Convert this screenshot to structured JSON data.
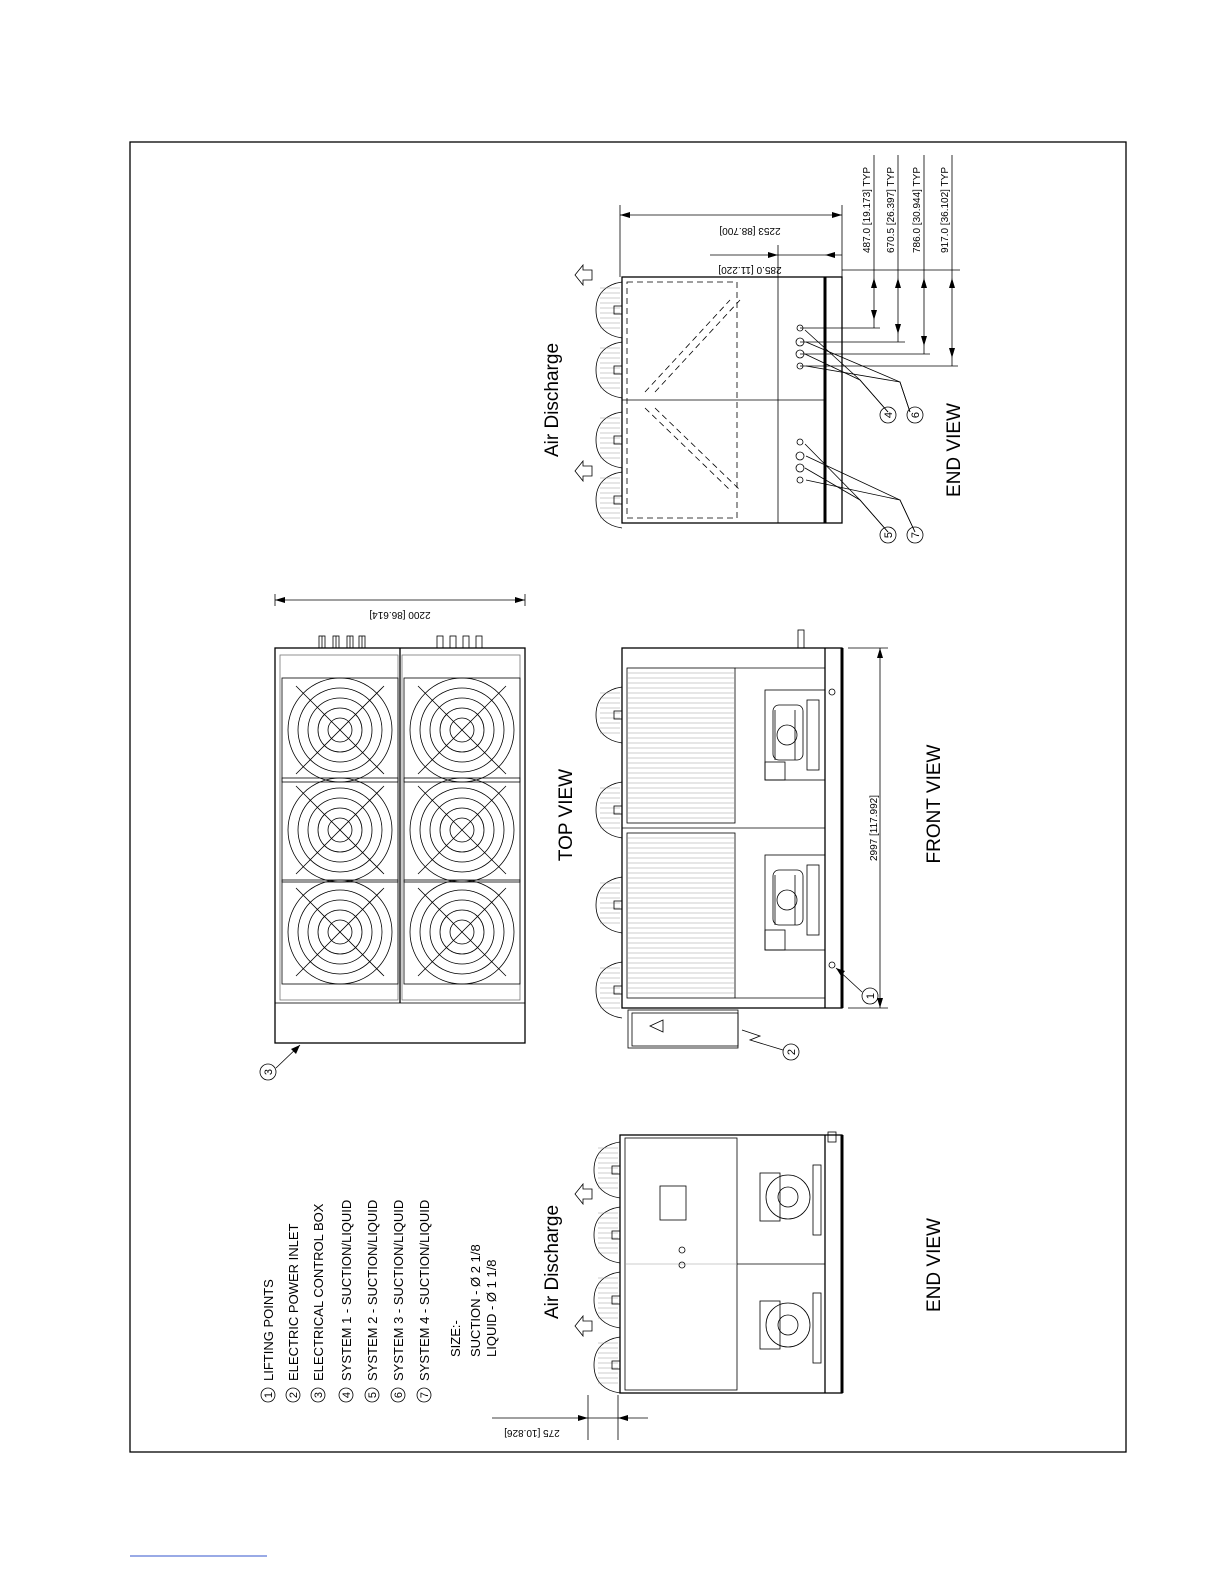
{
  "legend": {
    "items": [
      {
        "num": "1",
        "label": "LIFTING POINTS"
      },
      {
        "num": "2",
        "label": "ELECTRIC POWER INLET"
      },
      {
        "num": "3",
        "label": "ELECTRICAL CONTROL BOX"
      },
      {
        "num": "4",
        "label": "SYSTEM 1  - SUCTION/LIQUID"
      },
      {
        "num": "5",
        "label": "SYSTEM 2  - SUCTION/LIQUID"
      },
      {
        "num": "6",
        "label": "SYSTEM 3  - SUCTION/LIQUID"
      },
      {
        "num": "7",
        "label": "SYSTEM 4  - SUCTION/LIQUID"
      }
    ],
    "size_title": "SIZE:-",
    "size_suction": "SUCTION  -  Ø 2 1/8",
    "size_liquid": "LIQUID     -  Ø 1 1/8"
  },
  "views": {
    "top_view": "TOP VIEW",
    "front_view": "FRONT VIEW",
    "end_view_left": "END VIEW",
    "end_view_right": "END VIEW",
    "air_discharge_left": "Air Discharge",
    "air_discharge_right": "Air Discharge"
  },
  "dimensions": {
    "top_width": "2200 [86.614]",
    "front_length": "2997 [117.992]",
    "end_offset": "275 [10.826]",
    "end_height": "2253 [88.700]",
    "end_base": "285.0 [11.220]",
    "typ": [
      "487.0 [19.173] TYP",
      "670.5 [26.397] TYP",
      "786.0 [30.944] TYP",
      "917.0 [36.102] TYP"
    ]
  },
  "callouts": {
    "c1": "1",
    "c2": "2",
    "c3": "3",
    "c4": "4",
    "c5": "5",
    "c6": "6",
    "c7": "7"
  }
}
